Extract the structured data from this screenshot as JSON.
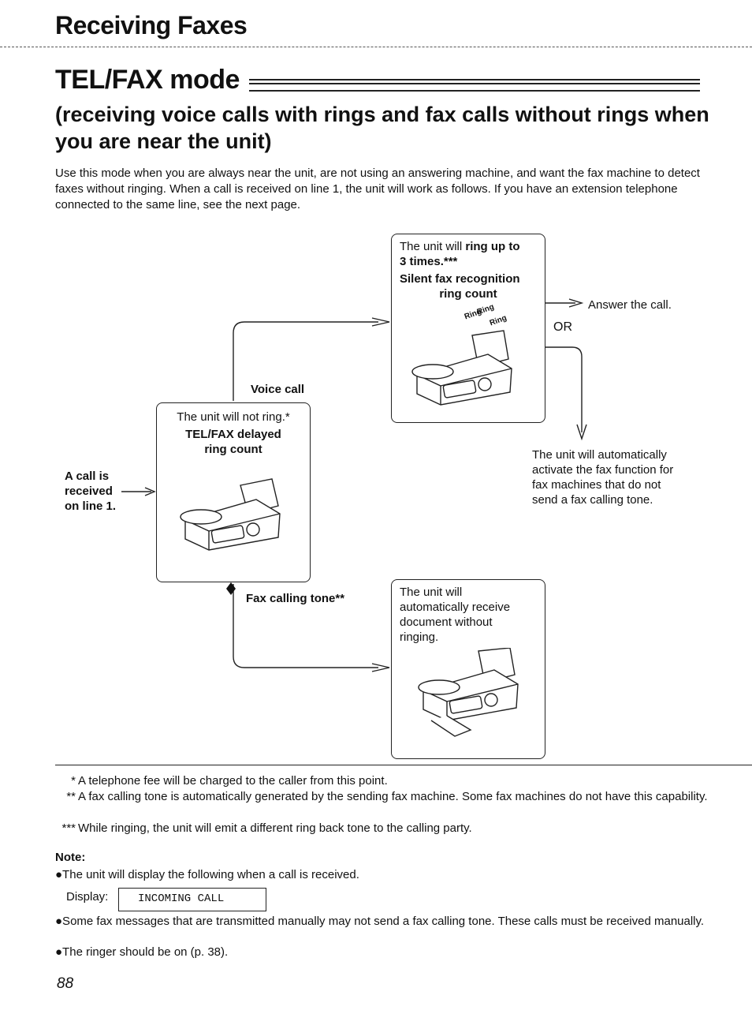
{
  "header": {
    "section": "Receiving Faxes",
    "title": "TEL/FAX mode",
    "subtitle": "(receiving voice calls with rings and fax calls without rings when you are near the unit)"
  },
  "intro": "Use this mode when you are always near the unit, are not using an answering machine, and want the fax machine to detect faxes without ringing. When a call is received on line 1, the unit will work as follows. If you have an extension telephone connected to the same line, see the next page.",
  "diagram": {
    "call_received": [
      "A call is",
      "received",
      "on line 1."
    ],
    "center_box": {
      "line1": "The unit will not ring.*",
      "line2": "TEL/FAX delayed",
      "line3": "ring count"
    },
    "voice_call_label": "Voice call",
    "fax_tone_label": "Fax calling tone**",
    "top_box": {
      "line1_pre": "The unit will ",
      "line1_bold": "ring up to",
      "line2": "3 times.***",
      "line3": "Silent fax recognition",
      "line4": "ring count",
      "ring_words": [
        "Ring",
        "Ring",
        "Ring"
      ]
    },
    "answer_call": "Answer the call.",
    "or_label": "OR",
    "auto_activate": "The unit will automatically activate the fax function for fax machines that do not send a fax calling tone.",
    "bottom_box": "The unit will automatically receive document without ringing."
  },
  "footnotes": [
    {
      "mark": "*",
      "text": "A telephone fee will be charged to the caller from this point."
    },
    {
      "mark": "**",
      "text": "A fax calling tone is automatically generated by the sending fax machine. Some fax machines do not have this capability."
    },
    {
      "mark": "***",
      "text": "While ringing, the unit will emit a different ring back tone to the calling party."
    }
  ],
  "note": {
    "heading": "Note:",
    "items": [
      "●The unit will display the following when a call is received.",
      "●Some fax messages that are transmitted manually may not send a fax calling tone. These calls must be received manually.",
      "●The ringer should be on (p. 38)."
    ],
    "display_label": "Display:",
    "display_value": "INCOMING CALL"
  },
  "page_number": "88"
}
